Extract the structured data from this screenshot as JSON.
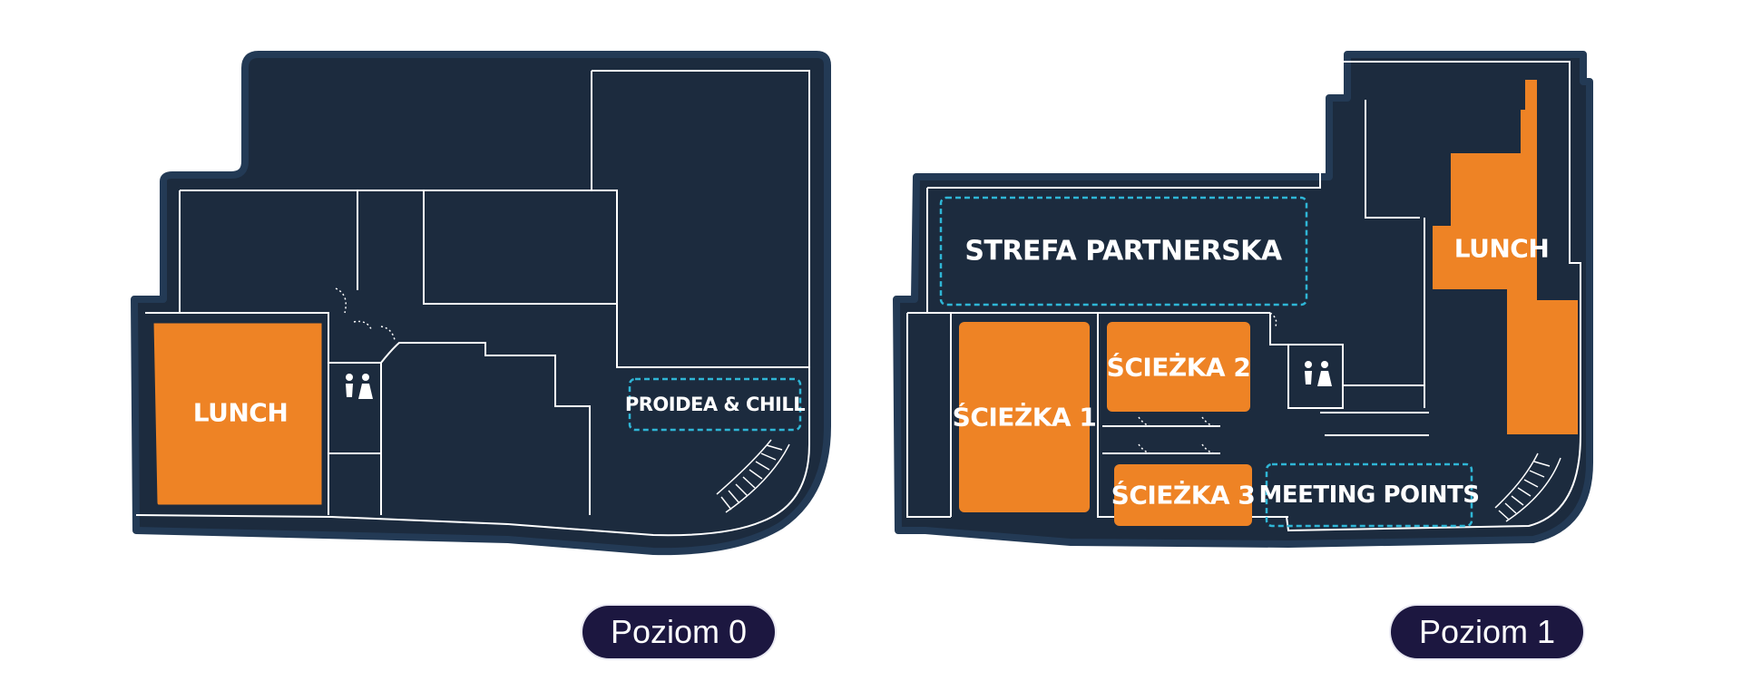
{
  "colors": {
    "floor": "#1c2b3e",
    "outline": "#233a55",
    "walls": "#ffffff",
    "room_orange": "#ee8325",
    "zone_dash": "#2fb6d6",
    "badge": "#1c1740"
  },
  "icons": [
    "restroom-icon",
    "stairs-icon",
    "door-icon"
  ],
  "level0": {
    "badge": "Poziom 0",
    "rooms": {
      "lunch": "LUNCH"
    },
    "zones": {
      "chill": "PROIDEA & CHILL"
    }
  },
  "level1": {
    "badge": "Poziom 1",
    "rooms": {
      "track1": "ŚCIEŻKA 1",
      "track2": "ŚCIEŻKA 2",
      "track3": "ŚCIEŻKA 3",
      "lunch": "LUNCH"
    },
    "zones": {
      "partner": "STREFA PARTNERSKA",
      "meeting": "MEETING POINTS"
    }
  }
}
